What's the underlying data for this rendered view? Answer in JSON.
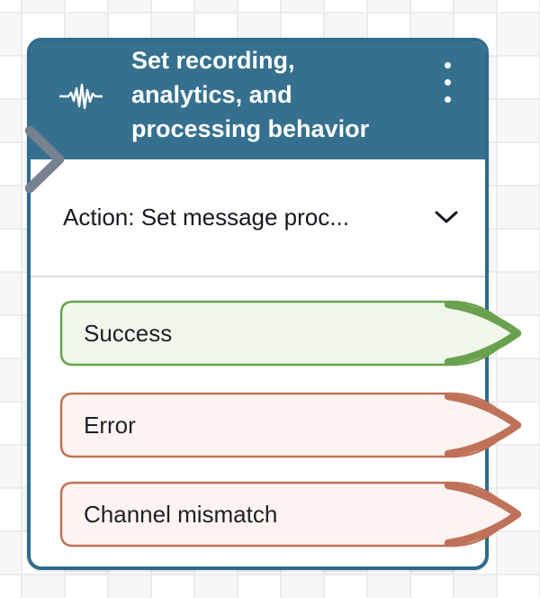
{
  "colors": {
    "header-bg": "#35708f",
    "card-border": "#2f6b8c",
    "divider": "#d3d9de",
    "grid-line": "#ececec",
    "grid-cell": "#f7f7f7",
    "connector-gray": "#78818f",
    "success-stroke": "#6aa14e",
    "success-fill": "#f0f8ec",
    "error-stroke": "#bf7259",
    "error-fill": "#fdf4f1"
  },
  "node": {
    "header": {
      "title": "Set recording, analytics, and processing behavior",
      "title_lines": [
        "Set recording,",
        "analytics, and",
        "processing behavior"
      ],
      "icon": "waveform-icon",
      "menu_icon": "kebab-menu-icon"
    },
    "action": {
      "label": "Action: Set message proc...",
      "chevron_icon": "chevron-down-icon"
    },
    "branches": [
      {
        "label": "Success",
        "stroke": "#6aa14e",
        "fill": "#f0f8ec"
      },
      {
        "label": "Error",
        "stroke": "#bf7259",
        "fill": "#fdf4f1"
      },
      {
        "label": "Channel mismatch",
        "stroke": "#bf7259",
        "fill": "#fdf4f1"
      }
    ]
  }
}
